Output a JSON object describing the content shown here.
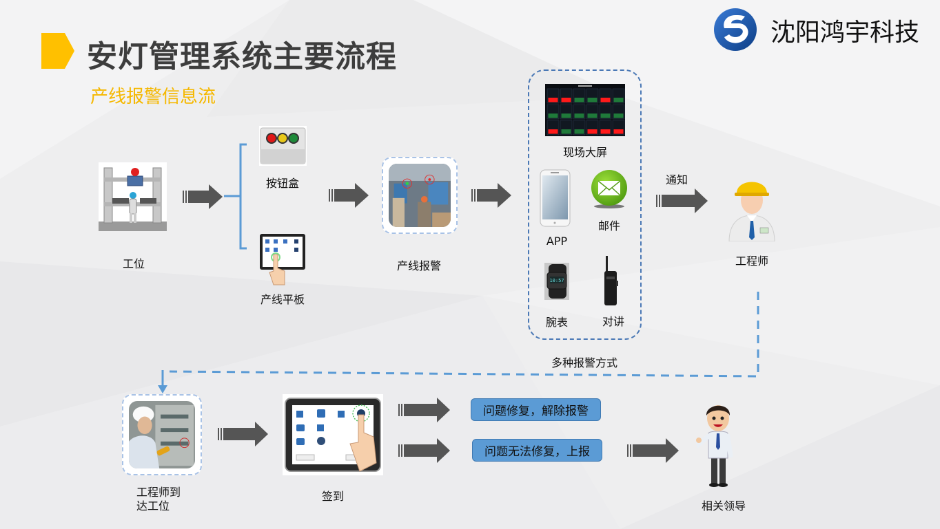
{
  "header": {
    "title": "安灯管理系统主要流程",
    "subtitle": "产线报警信息流",
    "logo_text": "沈阳鸿宇科技"
  },
  "colors": {
    "accent_yellow": "#f5b800",
    "flow_blue": "#5b9bd5",
    "arrow_gray": "#555555",
    "logo_blue": "#1f5aa6"
  },
  "flow": {
    "workstation": {
      "label": "工位",
      "icon": "workstation-icon"
    },
    "button_box": {
      "label": "按钮盒",
      "icon": "button-box-icon"
    },
    "line_tablet": {
      "label": "产线平板",
      "icon": "tablet-icon"
    },
    "line_alarm": {
      "label": "产线报警",
      "icon": "factory-photo"
    },
    "alert_methods": {
      "group_label": "多种报警方式",
      "items": [
        {
          "label": "现场大屏",
          "icon": "dashboard-screen-icon"
        },
        {
          "label": "APP",
          "icon": "smartphone-icon"
        },
        {
          "label": "邮件",
          "icon": "mail-icon"
        },
        {
          "label": "腕表",
          "icon": "wristwatch-icon"
        },
        {
          "label": "对讲",
          "icon": "walkie-talkie-icon"
        }
      ]
    },
    "notify_label": "通知",
    "engineer": {
      "label": "工程师",
      "icon": "engineer-icon"
    },
    "engineer_arrives": {
      "label_line1": "工程师到",
      "label_line2": "达工位",
      "icon": "engineer-photo"
    },
    "check_in": {
      "label": "签到",
      "icon": "tablet-icon"
    },
    "outcomes": [
      {
        "label": "问题修复，解除报警"
      },
      {
        "label": "问题无法修复，上报"
      }
    ],
    "leadership": {
      "label": "相关领导",
      "icon": "manager-icon"
    }
  },
  "screen_statuses": [
    [
      "red",
      "red",
      "green",
      "green",
      "red",
      "green"
    ],
    [
      "green",
      "green",
      "green",
      "green",
      "green",
      "green"
    ],
    [
      "red",
      "green",
      "green",
      "red",
      "red",
      "red"
    ]
  ]
}
